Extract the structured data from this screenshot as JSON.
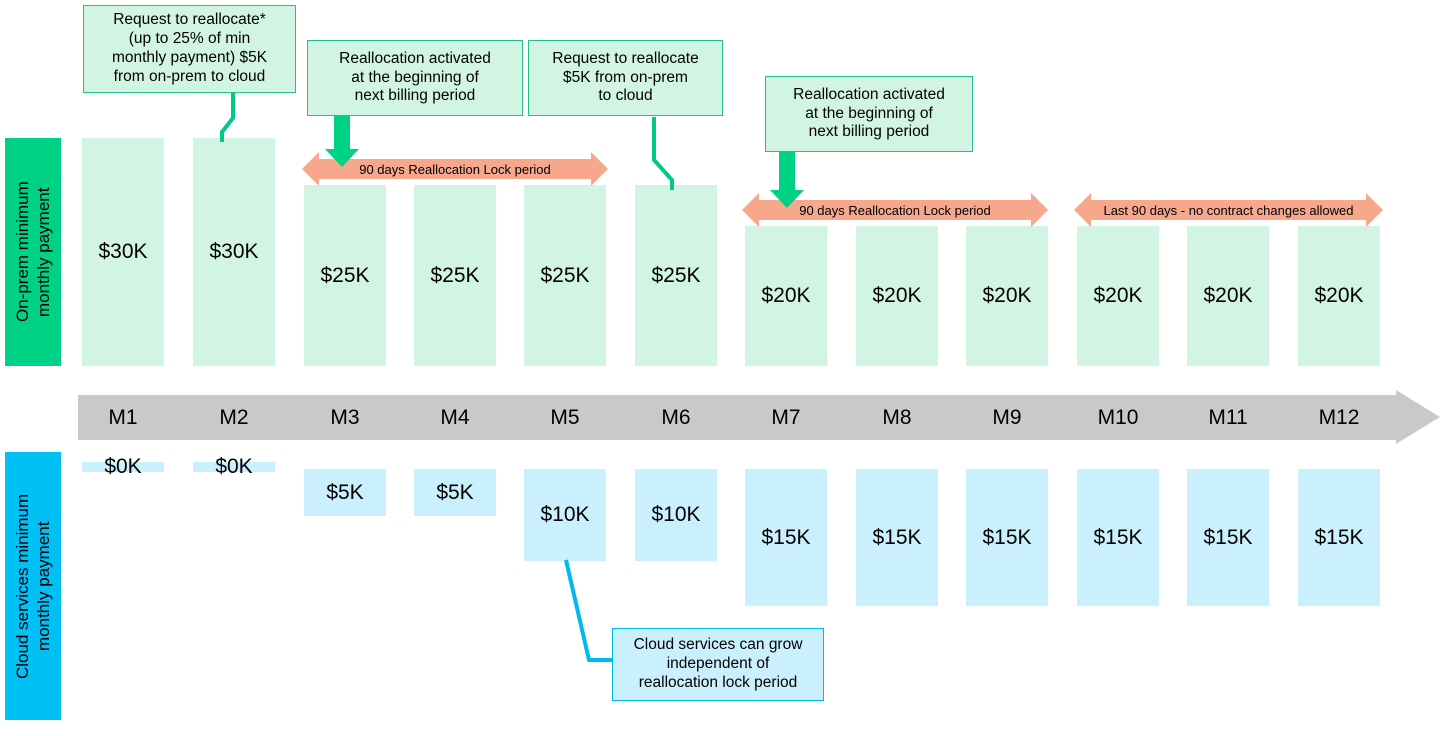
{
  "colors": {
    "onprem_sidebar": "#00d285",
    "cloud_sidebar": "#00c0f5",
    "onprem_bar": "#d2f5e3",
    "cloud_bar": "#caf0fd",
    "lock_arrow": "#f7a78c",
    "timeline": "#c9c9c9",
    "green_accent": "#00d285",
    "blue_accent": "#00b9f2"
  },
  "axis": {
    "label_onprem": "On-prem minimum\nmonthly payment",
    "label_cloud": "Cloud services minimum\nmonthly payment",
    "months": [
      "M1",
      "M2",
      "M3",
      "M4",
      "M5",
      "M6",
      "M7",
      "M8",
      "M9",
      "M10",
      "M11",
      "M12"
    ]
  },
  "chart_data": {
    "type": "bar",
    "title": "",
    "xlabel": "",
    "ylabel": "",
    "categories": [
      "M1",
      "M2",
      "M3",
      "M4",
      "M5",
      "M6",
      "M7",
      "M8",
      "M9",
      "M10",
      "M11",
      "M12"
    ],
    "series": [
      {
        "name": "On-prem minimum monthly payment",
        "color": "#d2f5e3",
        "values": [
          30,
          30,
          25,
          25,
          25,
          25,
          20,
          20,
          20,
          20,
          20,
          20
        ],
        "labels": [
          "$30K",
          "$30K",
          "$25K",
          "$25K",
          "$25K",
          "$25K",
          "$20K",
          "$20K",
          "$20K",
          "$20K",
          "$20K",
          "$20K"
        ]
      },
      {
        "name": "Cloud services minimum monthly payment",
        "color": "#caf0fd",
        "values": [
          0,
          0,
          5,
          5,
          10,
          10,
          15,
          15,
          15,
          15,
          15,
          15
        ],
        "labels": [
          "$0K",
          "$0K",
          "$5K",
          "$5K",
          "$10K",
          "$10K",
          "$15K",
          "$15K",
          "$15K",
          "$15K",
          "$15K",
          "$15K"
        ]
      }
    ],
    "units": "thousands of dollars per month",
    "grid": false,
    "legend": "left-side vertical bands"
  },
  "lock_periods": [
    {
      "id": "lock-1",
      "label": "90 days Reallocation Lock period",
      "spans": "M3-M6"
    },
    {
      "id": "lock-2",
      "label": "90 days Reallocation Lock period",
      "spans": "M7-M9"
    },
    {
      "id": "lock-3",
      "label": "Last 90 days - no contract changes allowed",
      "spans": "M10-M12"
    }
  ],
  "callouts": [
    {
      "id": "callout-request-1",
      "text": "Request to reallocate*\n(up to 25% of min\nmonthly payment) $5K\nfrom on-prem to cloud",
      "style": "green"
    },
    {
      "id": "callout-activated-1",
      "text": "Reallocation activated\nat the beginning of\nnext billing period",
      "style": "green"
    },
    {
      "id": "callout-request-2",
      "text": "Request to reallocate\n$5K from on-prem\nto cloud",
      "style": "green"
    },
    {
      "id": "callout-activated-2",
      "text": "Reallocation activated\nat the beginning of\nnext billing period",
      "style": "green"
    },
    {
      "id": "callout-cloud-grow",
      "text": "Cloud services can grow\nindependent of\nreallocation lock period",
      "style": "blue"
    }
  ]
}
